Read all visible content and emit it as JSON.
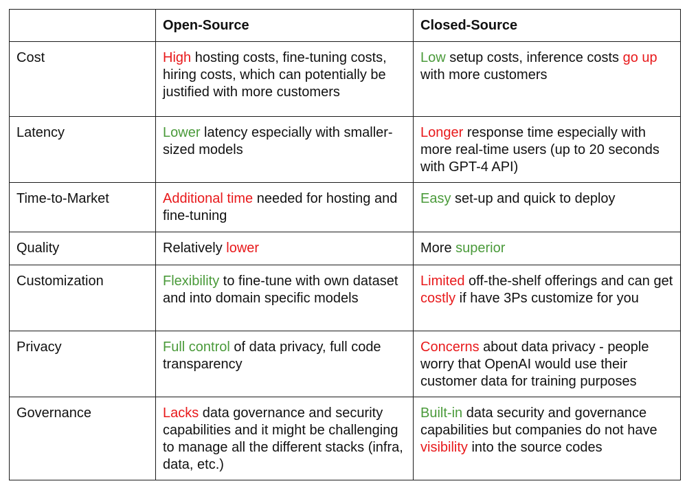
{
  "table": {
    "headers": [
      "",
      "Open-Source",
      "Closed-Source"
    ],
    "rows": [
      {
        "label": "Cost",
        "open": [
          {
            "t": "High",
            "c": "r"
          },
          {
            "t": " hosting costs, fine-tuning costs, hiring costs, which can potentially be justified with more customers",
            "c": "n"
          }
        ],
        "closed": [
          {
            "t": "Low",
            "c": "g"
          },
          {
            "t": " setup costs, inference costs ",
            "c": "n"
          },
          {
            "t": "go up",
            "c": "r"
          },
          {
            "t": " with more customers",
            "c": "n"
          }
        ]
      },
      {
        "label": "Latency",
        "open": [
          {
            "t": "Lower",
            "c": "g"
          },
          {
            "t": " latency especially with smaller-sized models",
            "c": "n"
          }
        ],
        "closed": [
          {
            "t": "Longer",
            "c": "r"
          },
          {
            "t": " response time especially with more real-time users (up to 20 seconds with GPT-4 API)",
            "c": "n"
          }
        ]
      },
      {
        "label": "Time-to-Market",
        "open": [
          {
            "t": "Additional time",
            "c": "r"
          },
          {
            "t": " needed for hosting and fine-tuning",
            "c": "n"
          }
        ],
        "closed": [
          {
            "t": "Easy",
            "c": "g"
          },
          {
            "t": " set-up and quick to deploy",
            "c": "n"
          }
        ]
      },
      {
        "label": "Quality",
        "open": [
          {
            "t": "Relatively ",
            "c": "n"
          },
          {
            "t": "lower",
            "c": "r"
          }
        ],
        "closed": [
          {
            "t": "More ",
            "c": "n"
          },
          {
            "t": "superior",
            "c": "g"
          }
        ]
      },
      {
        "label": "Customization",
        "open": [
          {
            "t": "Flexibility",
            "c": "g"
          },
          {
            "t": " to fine-tune with own dataset and into domain specific models",
            "c": "n"
          }
        ],
        "closed": [
          {
            "t": "Limited",
            "c": "r"
          },
          {
            "t": " off-the-shelf offerings and can get ",
            "c": "n"
          },
          {
            "t": "costly",
            "c": "r"
          },
          {
            "t": " if have 3Ps customize for you",
            "c": "n"
          }
        ]
      },
      {
        "label": "Privacy",
        "open": [
          {
            "t": "Full control",
            "c": "g"
          },
          {
            "t": " of data privacy, full code transparency",
            "c": "n"
          }
        ],
        "closed": [
          {
            "t": "Concerns",
            "c": "r"
          },
          {
            "t": " about data privacy - people worry that OpenAI would use their customer data for training purposes",
            "c": "n"
          }
        ]
      },
      {
        "label": "Governance",
        "open": [
          {
            "t": "Lacks",
            "c": "r"
          },
          {
            "t": " data governance and security capabilities and it might be challenging to manage all the different stacks (infra, data, etc.)",
            "c": "n"
          }
        ],
        "closed": [
          {
            "t": "Built-in",
            "c": "g"
          },
          {
            "t": " data security and governance capabilities but companies do not have ",
            "c": "n"
          },
          {
            "t": "visibility",
            "c": "r"
          },
          {
            "t": " into the source codes",
            "c": "n"
          }
        ]
      }
    ]
  },
  "colors": {
    "green": "#4a9a3a",
    "red": "#e8191b",
    "text": "#111111",
    "border": "#1a1a1a"
  }
}
